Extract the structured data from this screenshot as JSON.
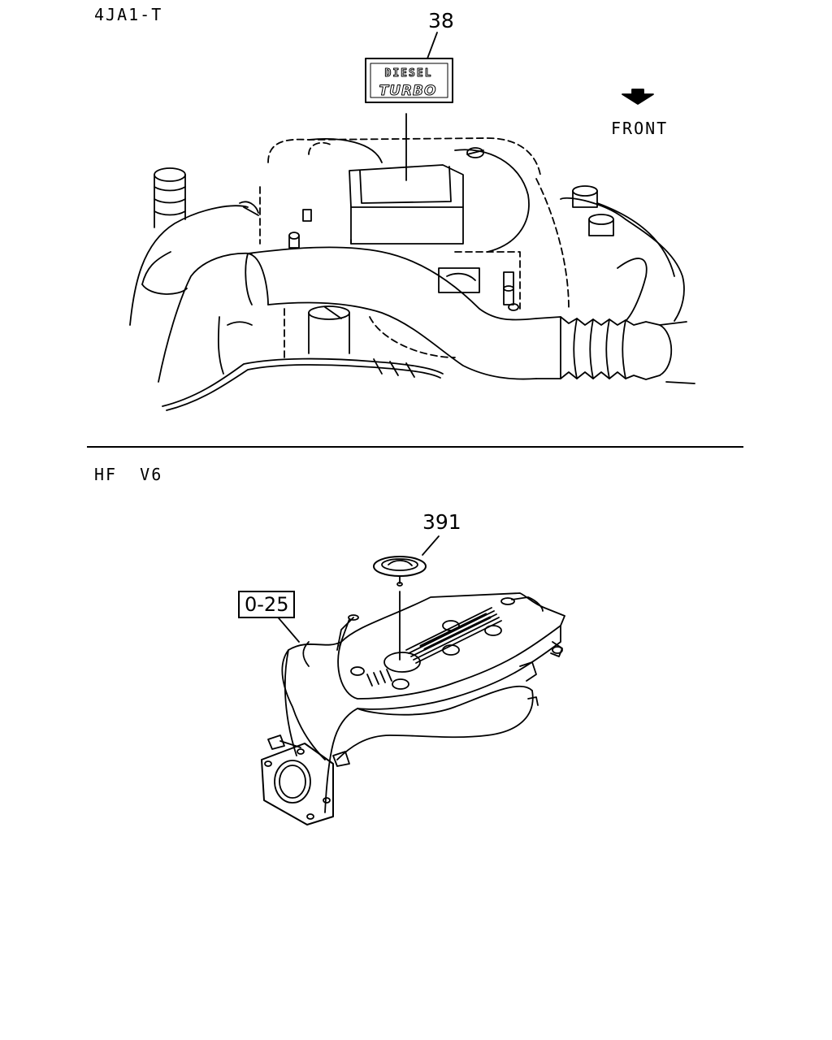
{
  "sections": [
    {
      "engine_code": "4JA1-T",
      "callouts": [
        "38"
      ],
      "emblem": {
        "line1": "DIESEL",
        "line2": "TURBO"
      },
      "direction_label": "FRONT"
    },
    {
      "engine_code": "HF  V6",
      "callouts": [
        "391"
      ],
      "reference_box": "0-25"
    }
  ],
  "icons": {
    "front_arrow": "down-arrow-icon"
  },
  "colors": {
    "ink": "#000000",
    "paper": "#ffffff"
  }
}
